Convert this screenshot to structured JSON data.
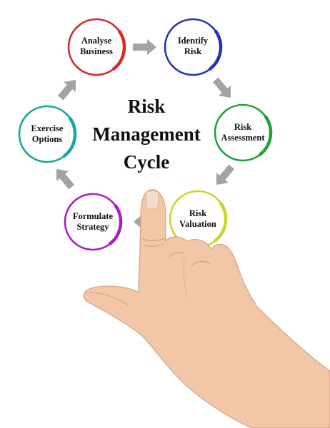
{
  "title": [
    "Risk",
    "Management",
    "Cycle"
  ],
  "nodes": [
    {
      "id": "analyse-business",
      "lines": [
        "Analyse",
        "Business"
      ],
      "color": "#d42a2a"
    },
    {
      "id": "identify-risk",
      "lines": [
        "Identify",
        "Risk"
      ],
      "color": "#2433b8"
    },
    {
      "id": "risk-assessment",
      "lines": [
        "Risk",
        "Assessment"
      ],
      "color": "#1fa33a"
    },
    {
      "id": "risk-valuation",
      "lines": [
        "Risk",
        "Valuation"
      ],
      "color": "#c7d62a"
    },
    {
      "id": "formulate-strategy",
      "lines": [
        "Formulate",
        "Strategy"
      ],
      "color": "#a81fbf"
    },
    {
      "id": "exercise-options",
      "lines": [
        "Exercise",
        "Options"
      ],
      "color": "#18a6a0"
    }
  ],
  "arrow_color": "#a3a3a3"
}
